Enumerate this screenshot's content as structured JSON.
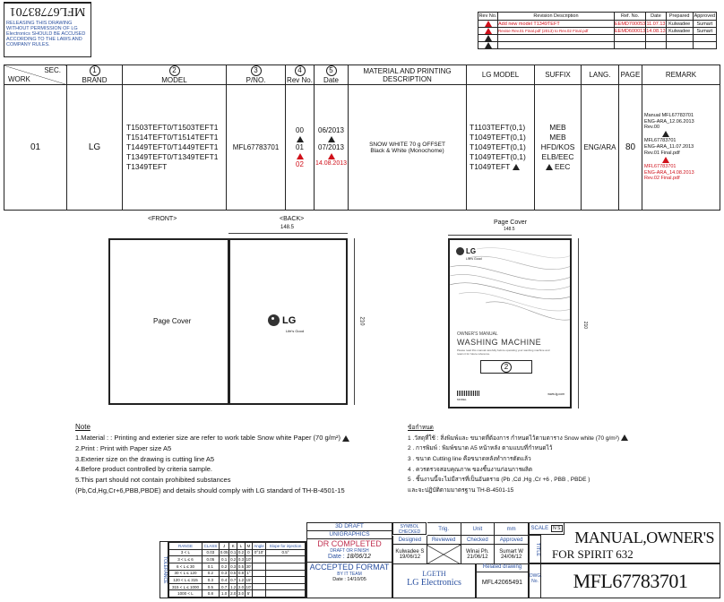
{
  "stamp": {
    "doc_no": "MFL67783701",
    "notice": "RELEASING THIS DRAWING WITHOUT PERMISSION OF LG Electronics SHOULD BE ACCUSED ACCORDING TO THE LAWS AND COMPANY RULES."
  },
  "revision": {
    "headers": [
      "Rev No.",
      "Revision Description",
      "Ref. No.",
      "Date",
      "Prepared",
      "Approved"
    ],
    "rows": [
      {
        "desc": "Add new model T1349TEFT",
        "ref": "EEMD700053",
        "date": "11.07.13",
        "prep": "Kulwadee",
        "appr": "Sumart"
      },
      {
        "desc": "Revise Rev.01 Final.pdf (2013) to Rev.02 Final.pdf",
        "ref": "EEMD600013",
        "date": "14.08.13",
        "prep": "Kulwadee",
        "appr": "Sumart"
      }
    ]
  },
  "main_table": {
    "sec_label": "SEC.",
    "work_label": "WORK",
    "col_numbers": [
      "1",
      "2",
      "3",
      "4",
      "5"
    ],
    "headers": {
      "brand": "BRAND",
      "model": "MODEL",
      "pno": "P/NO.",
      "rev": "Rev No.",
      "date": "Date",
      "material": "MATERIAL AND PRINTING DESCRIPTION",
      "lgmodel": "LG MODEL",
      "suffix": "SUFFIX",
      "lang": "LANG.",
      "page": "PAGE",
      "remark": "REMARK"
    },
    "row": {
      "work": "01",
      "brand": "LG",
      "models": [
        "T1503TEFT0/T1503TEFT1",
        "T1514TEFT0/T1514TEFT1",
        "T1449TEFT0/T1449TEFT1",
        "T1349TEFT0/T1349TEFT1",
        "T1349TEFT"
      ],
      "pno": "MFL67783701",
      "rev": [
        "00",
        "01",
        "02"
      ],
      "dates": [
        "06/2013",
        "07/2013",
        "14.08.2013"
      ],
      "material": [
        "SNOW WHITE 70 g OFFSET",
        "Black & White (Monochome)"
      ],
      "lgmodels": [
        "T1103TEFT(0,1)",
        "T1049TEFT(0,1)",
        "T1049TEFT(0,1)",
        "T1049TEFT(0,1)",
        "T1049TEFT"
      ],
      "suffix": [
        "MEB",
        "MEB",
        "HFD/KOS",
        "ELB/EEC",
        "EEC"
      ],
      "lang": "ENG/ARA",
      "page": "80",
      "remark": [
        "Manual MFL67783701",
        "ENG-ARA_12.06.2013",
        "Rev.00",
        "MFL67783701",
        "ENG-ARA_11.07.2013",
        "Rev.01 Final.pdf",
        "MFL67783701",
        "ENG-ARA_14.08.2013",
        "Rev.02 Final.pdf"
      ]
    }
  },
  "drawing": {
    "front_label": "<FRONT>",
    "back_label": "<BACK>",
    "page_cover_label": "Page Cover",
    "page_cover_title": "Page Cover",
    "width_dim": "148.5",
    "height_dim": "210",
    "logo_text": "LG",
    "logo_tag": "Life's Good",
    "cover_small": "OWNER'S MANUAL",
    "cover_title": "WASHING MACHINE",
    "cover_note": "Please read this manual carefully before operating your washing machine and retain it for future reference.",
    "cover_marker": "2",
    "cover_url": "www.lg.com",
    "cover_model_label": "MODEL"
  },
  "notes": {
    "title": "Note",
    "lines": [
      "1.Material : : Printing and exterier size are refer to work table Snow white Paper (70 g/m²)",
      "2.Print      : Print with Paper size A5",
      "3.Exterier size on the drawing is cutting line A5",
      "4.Before product controlled by criteria sample.",
      "5.This part should not contain prohibited substances",
      "(Pb,Cd,Hg,Cr+6,PBB,PBDE) and details should comply with LG standard of TH-B-4501-15"
    ],
    "thai_title": "ข้อกำหนด",
    "thai_lines": [
      "1 .วัสดุที่ใช้ : สิ่งพิมพ์และ ขนาดที่ต้องการ กำหนดไว้ตามตาราง Snow white (70 g/m²)",
      "2 . การพิมพ์ : พิมพ์ขนาด A5 หน้าหลัง ตามแบบที่กำหนดไว้",
      "3 . ขนาด Cutting line  คือขนาดหลังทำการตัดแล้ว",
      "4 . ควรตรวจสอบคุณภาพ ของชิ้นงานก่อนการผลิต",
      "5 . ชิ้นงานนี้จะไม่มีสารที่เป็นอันตราย (Pb ,Cd ,Hg ,Cr +6 , PBB , PBDE  )",
      "และจะปฏิบัติตามมาตรฐาน  TH-B-4501-15"
    ]
  },
  "title_block": {
    "draft_3d": "3D DRAFT",
    "unigraphics": "UNIGRAPHICS",
    "dr_completed": "DR COMPLETED",
    "draft_finish": "DRAFT OR FINISH",
    "date_label": "Date :",
    "date_val": "18/06/12",
    "accepted": "ACCEPTED FORMAT",
    "by_team": "BY IT TEAM",
    "accepted_date": "Date : 14/10/05",
    "symbol_label": "SYMBOL CHECKED",
    "trig": "Trig.",
    "unit": "Unit",
    "mm": "mm",
    "scale": "SCALE",
    "ns": "N S",
    "designed": "Designed",
    "reviewed": "Reviewed",
    "checked": "Checked",
    "approved": "Approved",
    "designer": "Kulwadee S",
    "designer_date": "19/06/12",
    "checker": "Winai Ph.",
    "checker_date": "21/06/12",
    "approver": "Sumart W",
    "approver_date": "24/06/12",
    "company_code": "LGETH",
    "company": "LG Electronics",
    "related_label": "Related drawing",
    "related": "MFL42065491",
    "dwg_no_label": "DWG. No.",
    "title_label": "TITLE",
    "doc_title_1": "MANUAL,OWNER'S",
    "doc_title_2": "FOR SPIRIT 632",
    "doc_number": "MFL67783701",
    "tol_head": [
      "RANGE",
      "CLASS",
      "J",
      "K",
      "L",
      "M",
      "Angle",
      "Slope for injection"
    ],
    "tol_rows": [
      [
        "3 < L",
        "0.03",
        "0.05",
        "0.1",
        "0.2",
        "0",
        "0°10'",
        "0.5°"
      ],
      [
        "3 < L ≤ 6",
        "0.05",
        "0.1",
        "0.2",
        "0.3",
        "10'",
        "",
        ""
      ],
      [
        "6 < L ≤ 30",
        "0.1",
        "0.2",
        "0.3",
        "0.5",
        "30'",
        "",
        ""
      ],
      [
        "30 < L ≤ 120",
        "0.2",
        "0.3",
        "0.5",
        "0.8",
        "1°",
        "",
        ""
      ],
      [
        "120 < L ≤ 315",
        "0.3",
        "0.4",
        "0.7",
        "1.2",
        "15'",
        "",
        ""
      ],
      [
        "315 < L ≤ 1000",
        "0.5",
        "0.7",
        "1.2",
        "2.0",
        "10'",
        "",
        ""
      ],
      [
        "1000 < L",
        "0.8",
        "1.0",
        "2.0",
        "3.0",
        "5'",
        "",
        ""
      ]
    ],
    "tol_side": "TOLERANCE"
  },
  "colors": {
    "red": "#d0101a",
    "blue": "#2a50a0",
    "line": "#222222"
  }
}
